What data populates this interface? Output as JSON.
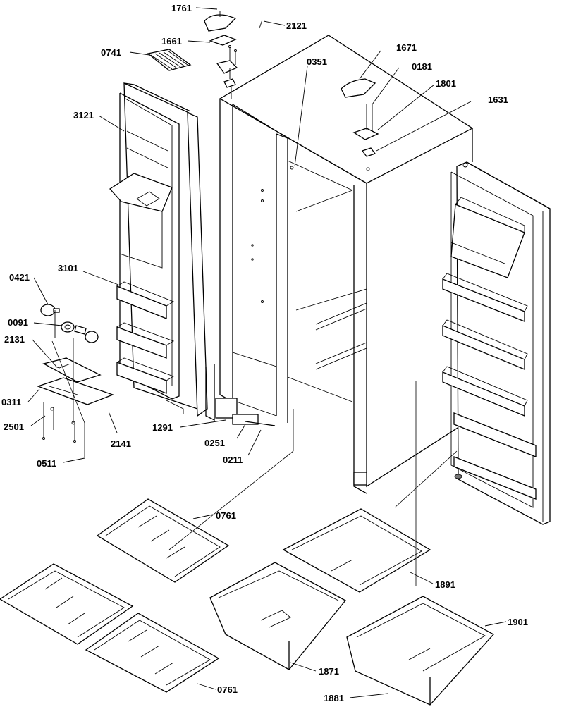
{
  "diagram": {
    "labels": {
      "p1761": "1761",
      "p2121": "2121",
      "p1661": "1661",
      "p0741": "0741",
      "p1671": "1671",
      "p0181": "0181",
      "p0351": "0351",
      "p1801": "1801",
      "p1631": "1631",
      "p3121": "3121",
      "p3101": "3101",
      "p0421": "0421",
      "p0091": "0091",
      "p2131": "2131",
      "p0311": "0311",
      "p2501": "2501",
      "p2141": "2141",
      "p0511": "0511",
      "p1291": "1291",
      "p0251": "0251",
      "p0211": "0211",
      "p0761a": "0761",
      "p0761b": "0761",
      "p1891": "1891",
      "p1901": "1901",
      "p1871": "1871",
      "p1881": "1881"
    }
  }
}
